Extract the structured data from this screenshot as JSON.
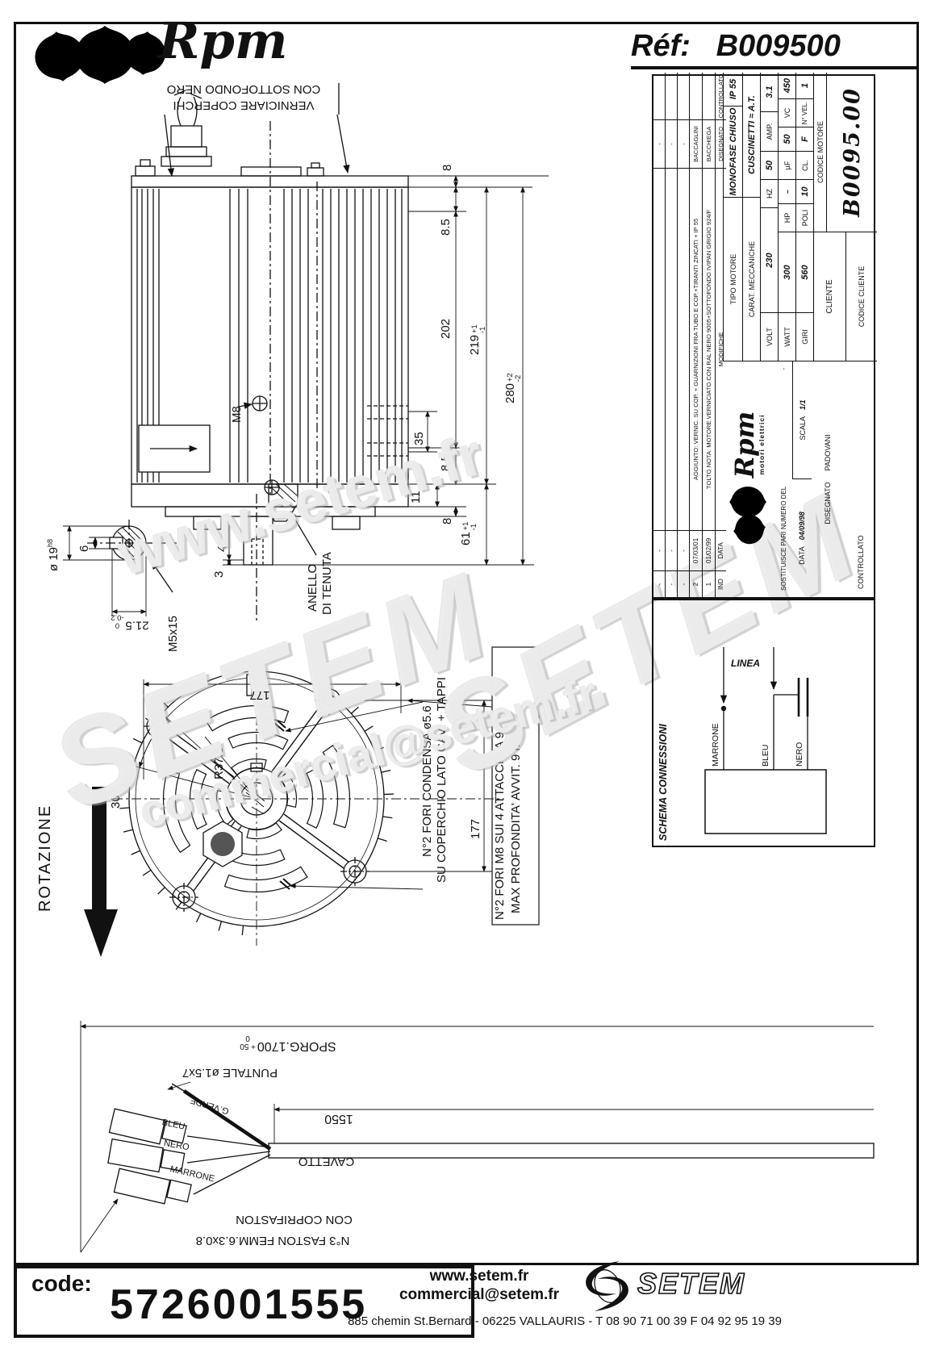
{
  "header": {
    "logo_text": "Rpm",
    "ref_label": "Réf:",
    "ref_value": "B009500"
  },
  "side_view": {
    "note_line1": "VERNICIARE COPERCHI",
    "note_line2": "CON SOTTOFONDO NERO",
    "dims": {
      "d8_top": "8",
      "d85_top": "8.5",
      "d202": "202",
      "d219": "219",
      "d219_tp": "+1",
      "d219_tm": "-1",
      "d280": "280",
      "d280_tp": "+2",
      "d280_tm": "-2",
      "d35": "35",
      "d85_bot": "8.5",
      "d11": "11",
      "d8_bot": "8",
      "d61": "61",
      "d61_tp": "+1",
      "d61_tm": "-1",
      "m8": "M8",
      "d40": "40",
      "d3": "3",
      "shaft_dia": "ø 19",
      "shaft_fit": "h8",
      "d6": "6",
      "d215": "21.5",
      "d215_tp": "0",
      "d215_tm": "-0.2",
      "m5": "M5x15",
      "anello_1": "ANELLO",
      "anello_2": "DI TENUTA"
    }
  },
  "front_view": {
    "d177_top": "177",
    "d177_right": "177",
    "r375": "R37.5",
    "a30": "30°",
    "rotazione": "ROTAZIONE",
    "note_condensa_1": "N°2 FORI CONDENSA ø5.6",
    "note_condensa_2": "SU COPERCHIO LATO CAVI + TAPPI",
    "note_m8_1": "N°2 FORI M8 SUI 4 ATTACCHI A 90°",
    "note_m8_2": "MAX PROFONDITA' AVVIT. 9 mm."
  },
  "cable": {
    "sporg": "SPORG.1700",
    "sporg_tp": "+ 50",
    "sporg_tm": "0",
    "puntale": "PUNTALE ø1.5x7",
    "gverde": "G.VERDE",
    "bleu": "BLEU",
    "nero": "NERO",
    "marrone": "MARRONE",
    "d1550": "1550",
    "cavetto": "CAVETTO",
    "coprifaston": "CON COPRIFASTON",
    "faston": "N°3 FASTON FEMM.6.3x0.8"
  },
  "title_block": {
    "revisions": {
      "rows": [
        {
          "ind": "-",
          "data": "-",
          "modifiche": "",
          "name": "-"
        },
        {
          "ind": "-",
          "data": "-",
          "modifiche": "",
          "name": "-"
        },
        {
          "ind": "-",
          "data": "-",
          "modifiche": "",
          "name": "-"
        },
        {
          "ind": "2",
          "data": "07/03/01",
          "modifiche": "AGGIUNTO: VERNIC. SU COP. + GUARNIZIONI FRA TUBO E COP.+TIRANTI ZINCATI + IP 55",
          "name": "BACCAGLINI"
        },
        {
          "ind": "1",
          "data": "01/02/99",
          "modifiche": "TOLTO NOTA: MOTORE VERNICIATO CON RAL NERO 9005+SOTTOFONDO IVIPAN GRIGIO 924/F",
          "name": "BACCHIEGA"
        }
      ],
      "headers": {
        "ind": "IND",
        "data": "DATA",
        "modifiche": "MODIFICHE",
        "disegnato": "DISEGNATO",
        "controllato": "CONTROLLATO"
      }
    },
    "logo": {
      "script": "Rpm",
      "subtitle": "motori elettrici"
    },
    "admin": {
      "sostituisce_label": "SOSTITUISCE PARI NUMERO DEL",
      "sostituisce_value": "-",
      "data_label": "DATA",
      "data_value": "04/09/98",
      "scala_label": "SCALA",
      "scala_value": "1/1",
      "disegnato_label": "DISEGNATO",
      "disegnato_value": "PADOVANI",
      "controllato_label": "CONTROLLATO",
      "controllato_value": ""
    },
    "specs": {
      "tipo_label": "TIPO MOTORE",
      "tipo_value": "MONOFASE CHIUSO",
      "ip": "IP 55",
      "carat_label": "CARAT. MECCANICHE",
      "carat_value": "CUSCINETTI ≈ A.T.",
      "volt_label": "VOLT",
      "volt": "230",
      "hz_label": "HZ",
      "hz": "50",
      "amp_label": "AMP.",
      "amp": "3.1",
      "watt_label": "WATT",
      "watt": "300",
      "hp_label": "HP",
      "hp": "–",
      "uf_label": "µF",
      "uf": "50",
      "vc_label": "VC",
      "vc": "450",
      "giri_label": "GIRI",
      "giri": "560",
      "poli_label": "POLI",
      "poli": "10",
      "cl_label": "CL.",
      "cl": "F",
      "nvel_label": "N° VEL.",
      "nvel": "1",
      "cliente_label": "CLIENTE",
      "codice_motore_label": "CODICE MOTORE",
      "codice_motore_value": "B0095.00",
      "codice_cliente_label": "CODICE CLIENTE"
    }
  },
  "schema": {
    "title": "SCHEMA CONNESSIONI",
    "linea": "LINEA",
    "marrone": "MARRONE",
    "bleu": "BLEU",
    "nero": "NERO"
  },
  "watermarks": [
    "www.setem.fr",
    "SETEM",
    "SETEM",
    "commercial@setem.fr"
  ],
  "footer": {
    "code_label": "code:",
    "code_value": "5726001555",
    "web": "www.setem.fr",
    "email": "commercial@setem.fr",
    "logo_text": "SETEM",
    "address": "885 chemin St.Bernard  -  06225 VALLAURIS  -  T 08 90 71 00 39   F 04 92 95 19 39"
  }
}
